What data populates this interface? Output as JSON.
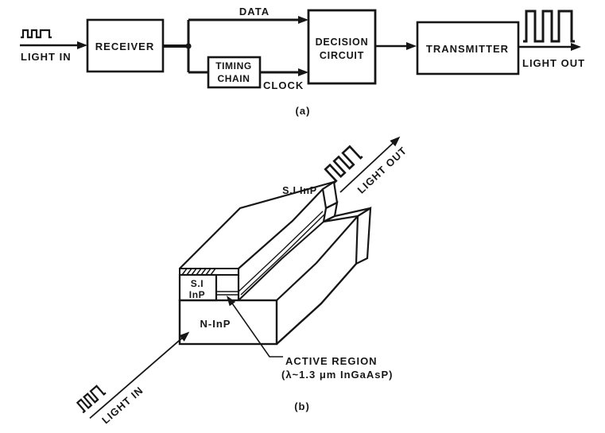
{
  "colors": {
    "ink": "#161616",
    "background": "#ffffff"
  },
  "panel_a": {
    "label": "(a)",
    "input_label": "LIGHT IN",
    "output_label": "LIGHT OUT",
    "receiver": "RECEIVER",
    "timing_chain_line1": "TIMING",
    "timing_chain_line2": "CHAIN",
    "decision_line1": "DECISION",
    "decision_line2": "CIRCUIT",
    "transmitter": "TRANSMITTER",
    "data_label": "DATA",
    "clock_label": "CLOCK"
  },
  "panel_b": {
    "label": "(b)",
    "input_label": "LIGHT IN",
    "output_label": "LIGHT OUT",
    "top_face_label": "S.I InP",
    "facet_line1": "S.I",
    "facet_line2": "InP",
    "substrate_label": "N-InP",
    "active_region_line1": "ACTIVE REGION",
    "active_region_line2": "(λ~1.3 μm InGaAsP)"
  }
}
